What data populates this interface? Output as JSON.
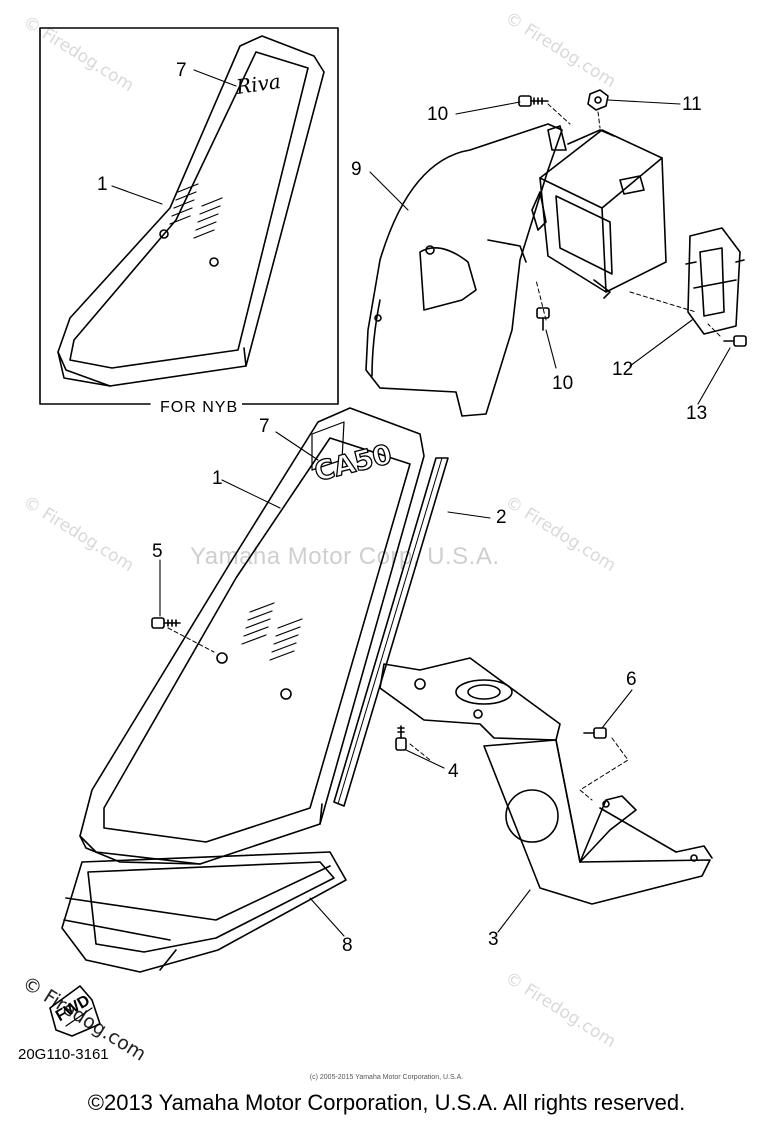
{
  "watermarks": {
    "site": "© Firedog.com",
    "center": "Yamaha Motor Corp, U.S.A."
  },
  "inset": {
    "caption": "FOR NYB",
    "logo_text": "Riva"
  },
  "main": {
    "logo_text": "CA50",
    "direction_mark": "FWD"
  },
  "callouts": [
    {
      "id": "c7a",
      "label": "7"
    },
    {
      "id": "c1a",
      "label": "1"
    },
    {
      "id": "c10a",
      "label": "10"
    },
    {
      "id": "c11",
      "label": "11"
    },
    {
      "id": "c9",
      "label": "9"
    },
    {
      "id": "c10b",
      "label": "10"
    },
    {
      "id": "c12",
      "label": "12"
    },
    {
      "id": "c13",
      "label": "13"
    },
    {
      "id": "c7b",
      "label": "7"
    },
    {
      "id": "c1b",
      "label": "1"
    },
    {
      "id": "c2",
      "label": "2"
    },
    {
      "id": "c5",
      "label": "5"
    },
    {
      "id": "c6",
      "label": "6"
    },
    {
      "id": "c4",
      "label": "4"
    },
    {
      "id": "c8",
      "label": "8"
    },
    {
      "id": "c3",
      "label": "3"
    }
  ],
  "footer": {
    "part_code": "20G110-3161",
    "small_copyright": "(c) 2005-2015 Yamaha Motor Corporation, U.S.A.",
    "copyright": "©2013 Yamaha Motor Corporation, U.S.A. All rights reserved."
  }
}
